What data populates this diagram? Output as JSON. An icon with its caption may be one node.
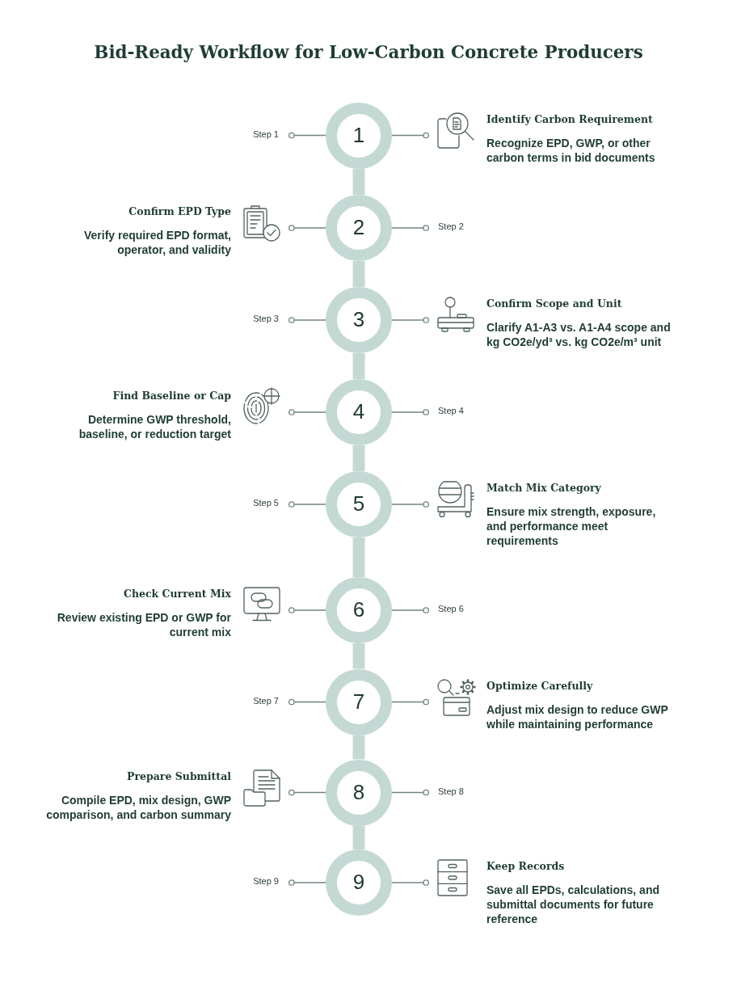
{
  "diagram": {
    "title": "Bid-Ready Workflow for Low-Carbon Concrete Producers",
    "nodes": [
      {
        "text": [
          "Step 1"
        ]
      },
      {
        "text": [
          "1"
        ]
      },
      {
        "text": [
          "Identify Carbon Requirement",
          "Recognize EPD, GWP, or other carbon terms in bid documents"
        ]
      },
      {
        "text": [
          "Confirm EPD Type",
          "Verify required EPD format, operator, and validity"
        ]
      },
      {
        "text": [
          "2"
        ]
      },
      {
        "text": [
          "Step 2"
        ]
      },
      {
        "text": [
          "Step 3"
        ]
      },
      {
        "text": [
          "3"
        ]
      },
      {
        "text": [
          "Confirm Scope and Unit",
          "Clarify A1-A3 vs. A1-A4 scope and kg CO2e/yd³ vs. kg CO2e/m³ unit"
        ]
      },
      {
        "text": [
          "Find Baseline or Cap",
          "Determine GWP threshold, baseline, or reduction target"
        ]
      },
      {
        "text": [
          "4"
        ]
      },
      {
        "text": [
          "Step 4"
        ]
      },
      {
        "text": [
          "Step 5"
        ]
      },
      {
        "text": [
          "5"
        ]
      },
      {
        "text": [
          "Match Mix Category",
          "Ensure mix strength, exposure, and performance meet requirements"
        ]
      },
      {
        "text": [
          "Check Current Mix",
          "Review existing EPD or GWP for current mix"
        ]
      },
      {
        "text": [
          "6"
        ]
      },
      {
        "text": [
          "Step 6"
        ]
      },
      {
        "text": [
          "Step 7"
        ]
      },
      {
        "text": [
          "7"
        ]
      },
      {
        "text": [
          "Optimize Carefully",
          "Adjust mix design to reduce GWP while maintaining performance"
        ]
      },
      {
        "text": [
          "Prepare Submittal",
          "Compile EPD, mix design, GWP comparison, and carbon summary"
        ]
      },
      {
        "text": [
          "8"
        ]
      },
      {
        "text": [
          "Step 8"
        ]
      },
      {
        "text": [
          "Step 9"
        ]
      },
      {
        "text": [
          "9"
        ]
      },
      {
        "text": [
          "Keep Records",
          "Save all EPDs, calculations, and submittal documents for future reference"
        ]
      }
    ],
    "edges": [
      {
        "from": 1,
        "to": 0,
        "arrow": "other"
      },
      {
        "from": 1,
        "to": 2,
        "arrow": "other"
      },
      {
        "from": 1,
        "to": 4,
        "arrow": "none",
        "style": "thick",
        "color": "#c4d9d4"
      },
      {
        "from": 4,
        "to": 3,
        "arrow": "other"
      },
      {
        "from": 4,
        "to": 5,
        "arrow": "other"
      },
      {
        "from": 4,
        "to": 7,
        "arrow": "none",
        "style": "thick",
        "color": "#c4d9d4"
      },
      {
        "from": 7,
        "to": 6,
        "arrow": "other"
      },
      {
        "from": 7,
        "to": 8,
        "arrow": "other"
      },
      {
        "from": 7,
        "to": 10,
        "arrow": "none",
        "style": "thick",
        "color": "#c4d9d4"
      },
      {
        "from": 10,
        "to": 9,
        "arrow": "other"
      },
      {
        "from": 10,
        "to": 11,
        "arrow": "other"
      },
      {
        "from": 10,
        "to": 13,
        "arrow": "none",
        "style": "thick",
        "color": "#c4d9d4"
      },
      {
        "from": 13,
        "to": 12,
        "arrow": "other"
      },
      {
        "from": 13,
        "to": 14,
        "arrow": "other"
      },
      {
        "from": 13,
        "to": 16,
        "arrow": "none",
        "style": "thick",
        "color": "#c4d9d4"
      },
      {
        "from": 16,
        "to": 15,
        "arrow": "other"
      },
      {
        "from": 16,
        "to": 17,
        "arrow": "other"
      },
      {
        "from": 16,
        "to": 19,
        "arrow": "none",
        "style": "thick",
        "color": "#c4d9d4"
      },
      {
        "from": 19,
        "to": 18,
        "arrow": "other"
      },
      {
        "from": 19,
        "to": 20,
        "arrow": "other"
      },
      {
        "from": 19,
        "to": 22,
        "arrow": "none",
        "style": "thick",
        "color": "#c4d9d4"
      },
      {
        "from": 22,
        "to": 21,
        "arrow": "other"
      },
      {
        "from": 22,
        "to": 23,
        "arrow": "other"
      },
      {
        "from": 22,
        "to": 25,
        "arrow": "none",
        "style": "thick",
        "color": "#c4d9d4"
      },
      {
        "from": 25,
        "to": 24,
        "arrow": "other"
      },
      {
        "from": 25,
        "to": 26,
        "arrow": "other"
      }
    ]
  }
}
